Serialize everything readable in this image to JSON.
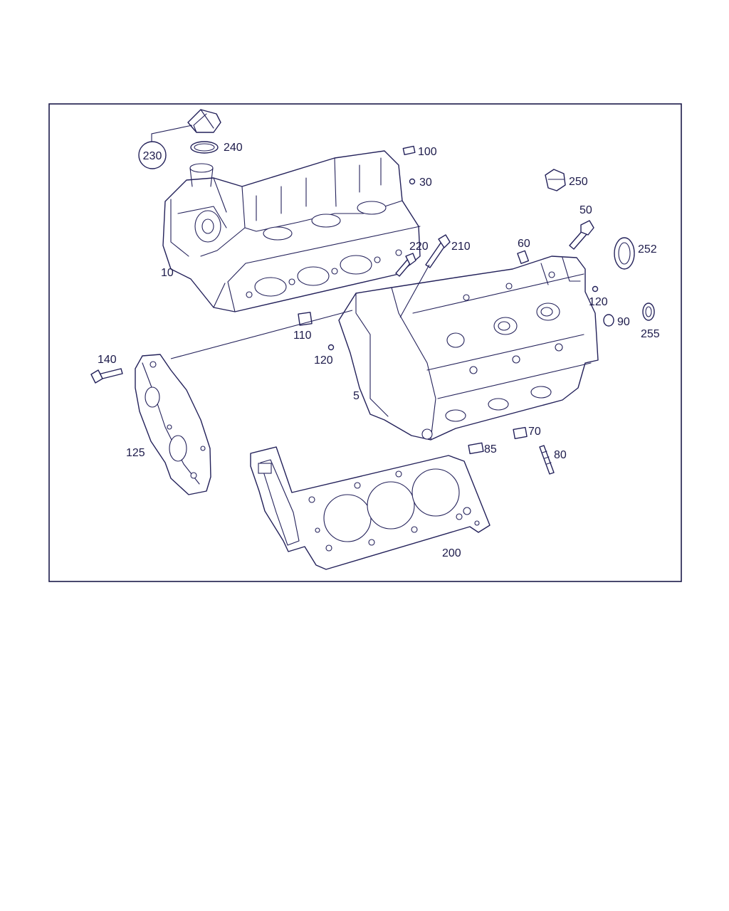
{
  "callouts": [
    {
      "id": "c230",
      "text": "230"
    },
    {
      "id": "c240",
      "text": "240"
    },
    {
      "id": "c100",
      "text": "100"
    },
    {
      "id": "c30",
      "text": "30"
    },
    {
      "id": "c250",
      "text": "250"
    },
    {
      "id": "c50",
      "text": "50"
    },
    {
      "id": "c252",
      "text": "252"
    },
    {
      "id": "c220",
      "text": "220"
    },
    {
      "id": "c210",
      "text": "210"
    },
    {
      "id": "c60",
      "text": "60"
    },
    {
      "id": "c10",
      "text": "10"
    },
    {
      "id": "c120a",
      "text": "120"
    },
    {
      "id": "c90",
      "text": "90"
    },
    {
      "id": "c255",
      "text": "255"
    },
    {
      "id": "c110",
      "text": "110"
    },
    {
      "id": "c120b",
      "text": "120"
    },
    {
      "id": "c140",
      "text": "140"
    },
    {
      "id": "c5",
      "text": "5"
    },
    {
      "id": "c70",
      "text": "70"
    },
    {
      "id": "c85",
      "text": "85"
    },
    {
      "id": "c80",
      "text": "80"
    },
    {
      "id": "c125",
      "text": "125"
    },
    {
      "id": "c200",
      "text": "200"
    }
  ]
}
